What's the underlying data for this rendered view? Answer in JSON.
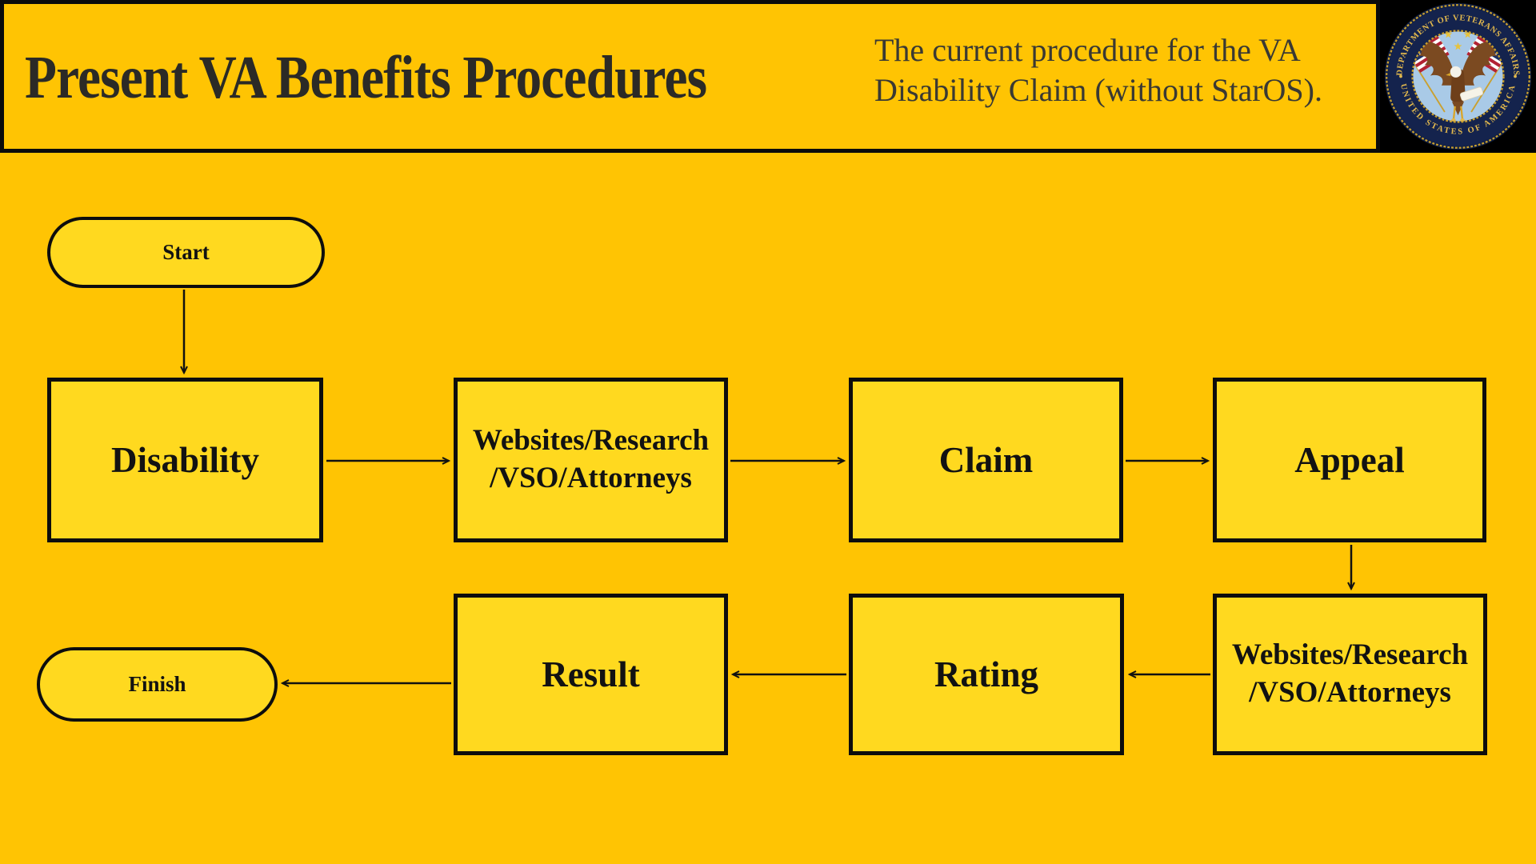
{
  "header": {
    "title": "Present VA Benefits Procedures",
    "subtitle": {
      "line1": "The current procedure for the VA",
      "line2": "Disability Claim (without StarOS)."
    },
    "seal": {
      "top_text": "DEPARTMENT OF VETERANS AFFAIRS",
      "bottom_text": "UNITED STATES OF AMERICA"
    }
  },
  "flowchart": {
    "nodes": {
      "start": {
        "label": "Start"
      },
      "disability": {
        "label": "Disability"
      },
      "websites_top": {
        "line1": "Websites/Research",
        "line2": "/VSO/Attorneys"
      },
      "claim": {
        "label": "Claim"
      },
      "appeal": {
        "label": "Appeal"
      },
      "websites_bottom": {
        "line1": "Websites/Research",
        "line2": "/VSO/Attorneys"
      },
      "rating": {
        "label": "Rating"
      },
      "result": {
        "label": "Result"
      },
      "finish": {
        "label": "Finish"
      }
    },
    "edges": [
      "start->disability",
      "disability->websites_top",
      "websites_top->claim",
      "claim->appeal",
      "appeal->websites_bottom",
      "websites_bottom->rating",
      "rating->result",
      "result->finish"
    ]
  },
  "colors": {
    "background": "#FFC403",
    "node_fill": "#FFD91F",
    "outline": "#0D0D0D",
    "title_text": "#2B2A26",
    "subtitle_text": "#3A3933",
    "seal_navy": "#14234D",
    "seal_gold": "#E3B94D",
    "seal_sky": "#A9CAE7"
  }
}
